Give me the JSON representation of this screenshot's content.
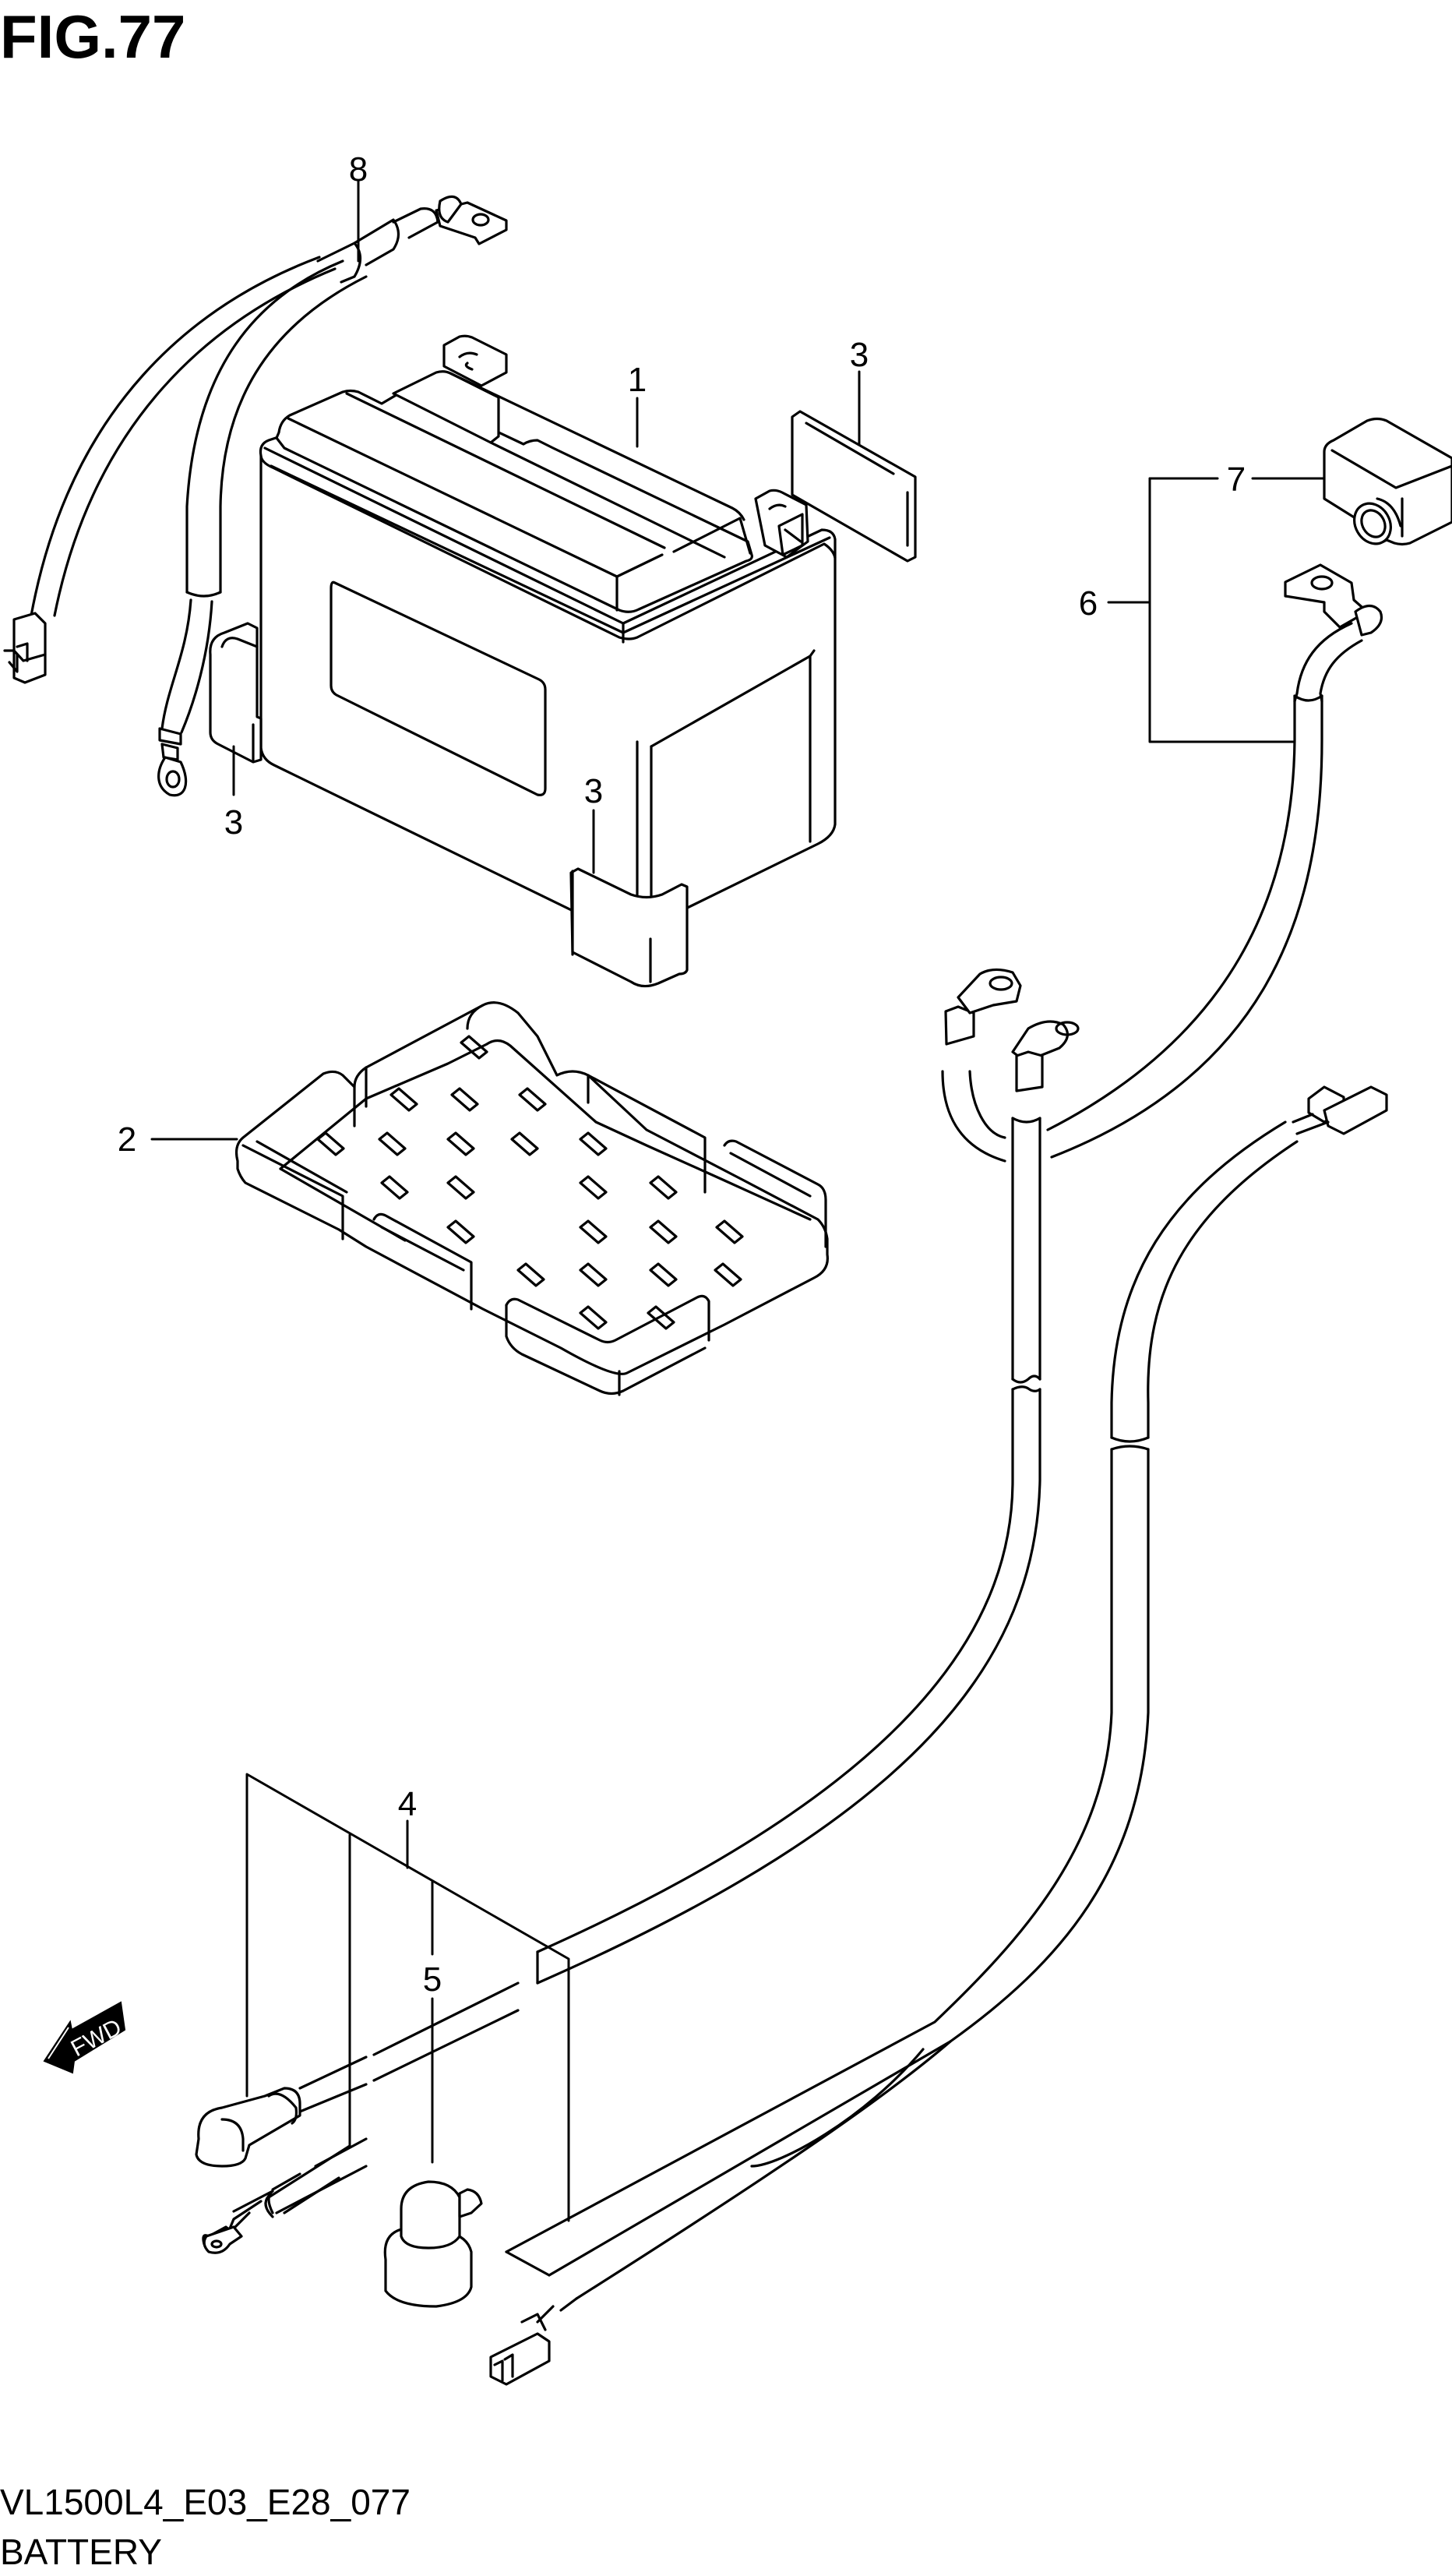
{
  "figure": {
    "title": "FIG.77",
    "code": "VL1500L4_E03_E28_077",
    "name": "BATTERY",
    "direction_marker": "FWD"
  },
  "callouts": [
    {
      "id": "callout-1",
      "number": "1",
      "part": "battery"
    },
    {
      "id": "callout-2",
      "number": "2",
      "part": "battery-tray"
    },
    {
      "id": "callout-3a",
      "number": "3",
      "part": "battery-pad-top"
    },
    {
      "id": "callout-3b",
      "number": "3",
      "part": "battery-pad-left"
    },
    {
      "id": "callout-3c",
      "number": "3",
      "part": "battery-pad-front"
    },
    {
      "id": "callout-4",
      "number": "4",
      "part": "cable-set"
    },
    {
      "id": "callout-5",
      "number": "5",
      "part": "terminal-cap"
    },
    {
      "id": "callout-6",
      "number": "6",
      "part": "positive-cable-assembly"
    },
    {
      "id": "callout-7",
      "number": "7",
      "part": "terminal-cover"
    },
    {
      "id": "callout-8",
      "number": "8",
      "part": "negative-cable"
    }
  ]
}
